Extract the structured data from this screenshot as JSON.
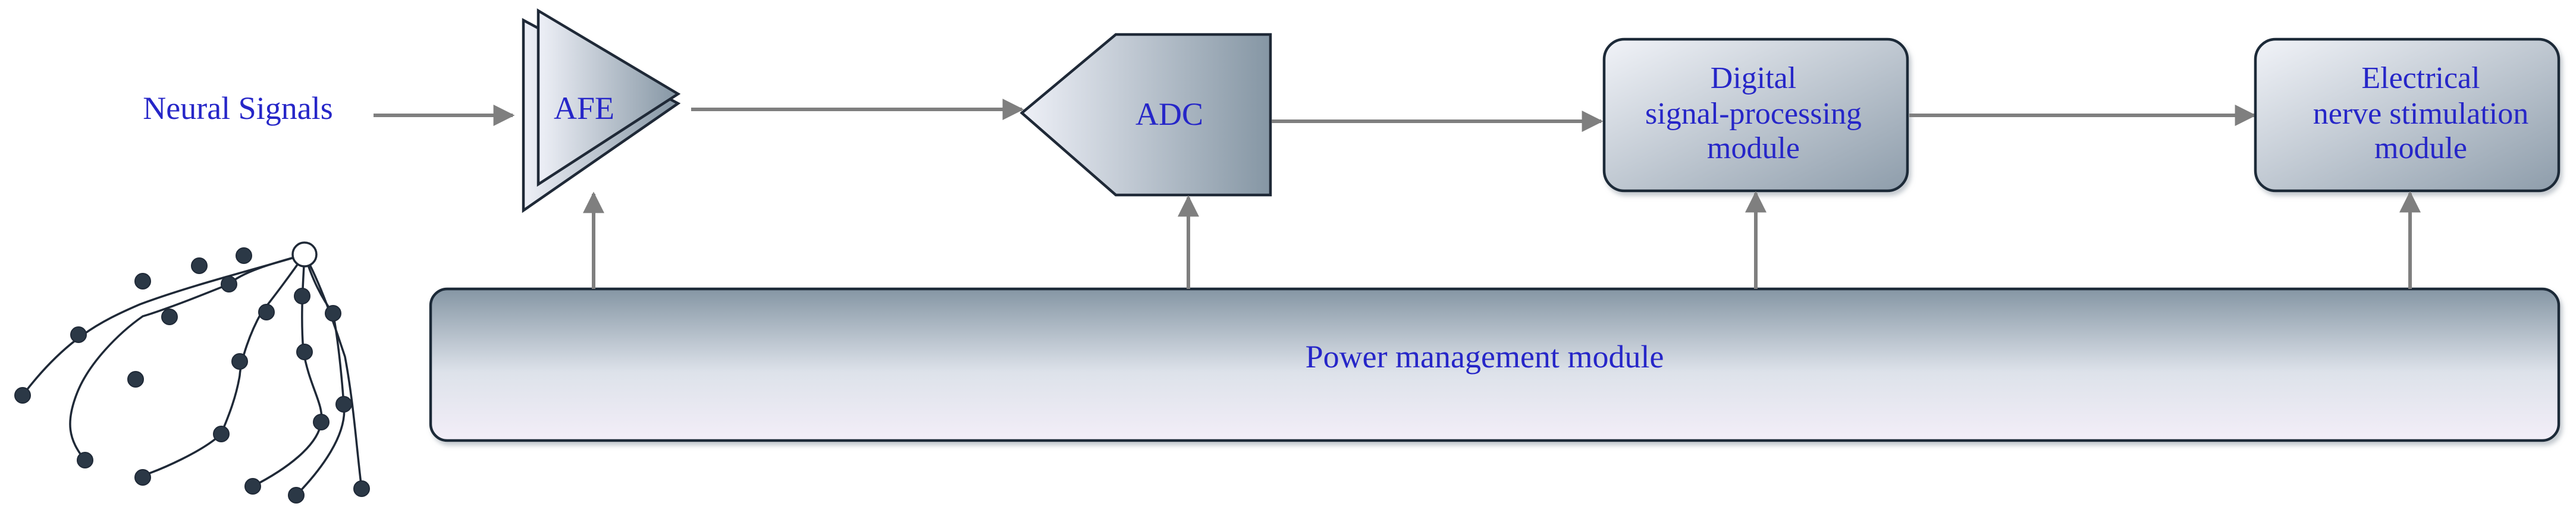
{
  "input_label": "Neural Signals",
  "blocks": {
    "afe": "AFE",
    "adc": "ADC",
    "dsp": [
      "Digital",
      "signal-processing",
      "module"
    ],
    "stim": [
      "Electrical",
      "nerve stimulation",
      "module"
    ],
    "power": "Power management module"
  },
  "colors": {
    "label": "#2626c8",
    "arrow": "#7f7f7f",
    "outline": "#1f2937",
    "fill_light": "#eef0f7",
    "fill_dark": "#8596a4"
  },
  "icons": {
    "neuron": "neuron-tree-icon"
  }
}
